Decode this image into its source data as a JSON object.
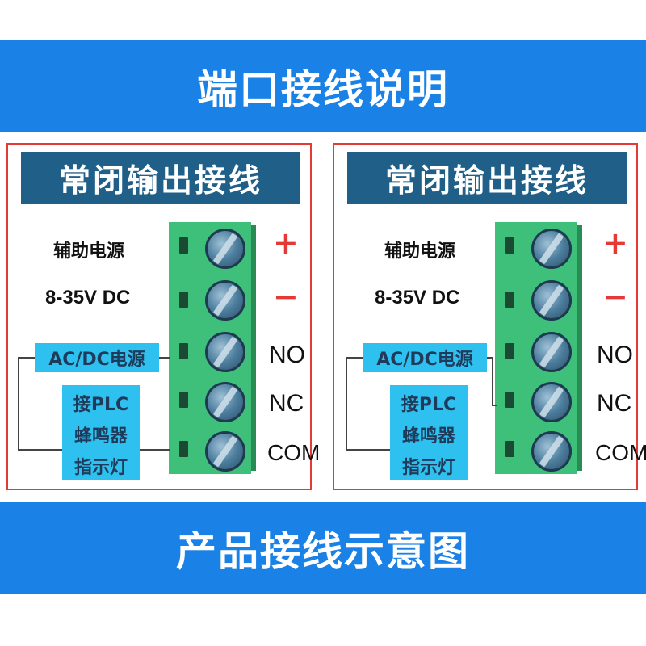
{
  "header": {
    "title": "端口接线说明"
  },
  "footer": {
    "title": "产品接线示意图"
  },
  "panels": [
    {
      "title": "常闭输出接线",
      "power_label": "辅助电源",
      "voltage_label": "8-35V DC",
      "plus_sign": "+",
      "minus_sign": "−",
      "terminals": [
        "NO",
        "NC",
        "COM"
      ],
      "acdc_label": "AC/DC电源",
      "load_lines": [
        "接PLC",
        "蜂鸣器",
        "指示灯"
      ]
    },
    {
      "title": "常闭输出接线",
      "power_label": "辅助电源",
      "voltage_label": "8-35V DC",
      "plus_sign": "+",
      "minus_sign": "−",
      "terminals": [
        "NO",
        "NC",
        "COM"
      ],
      "acdc_label": "AC/DC电源",
      "load_lines": [
        "接PLC",
        "蜂鸣器",
        "指示灯"
      ]
    }
  ],
  "colors": {
    "banner_blue": "#1a82e6",
    "title_blue": "#1f5f88",
    "terminal_green": "#3ec07a",
    "label_cyan": "#2ec1ef",
    "border_red": "#e53935"
  }
}
